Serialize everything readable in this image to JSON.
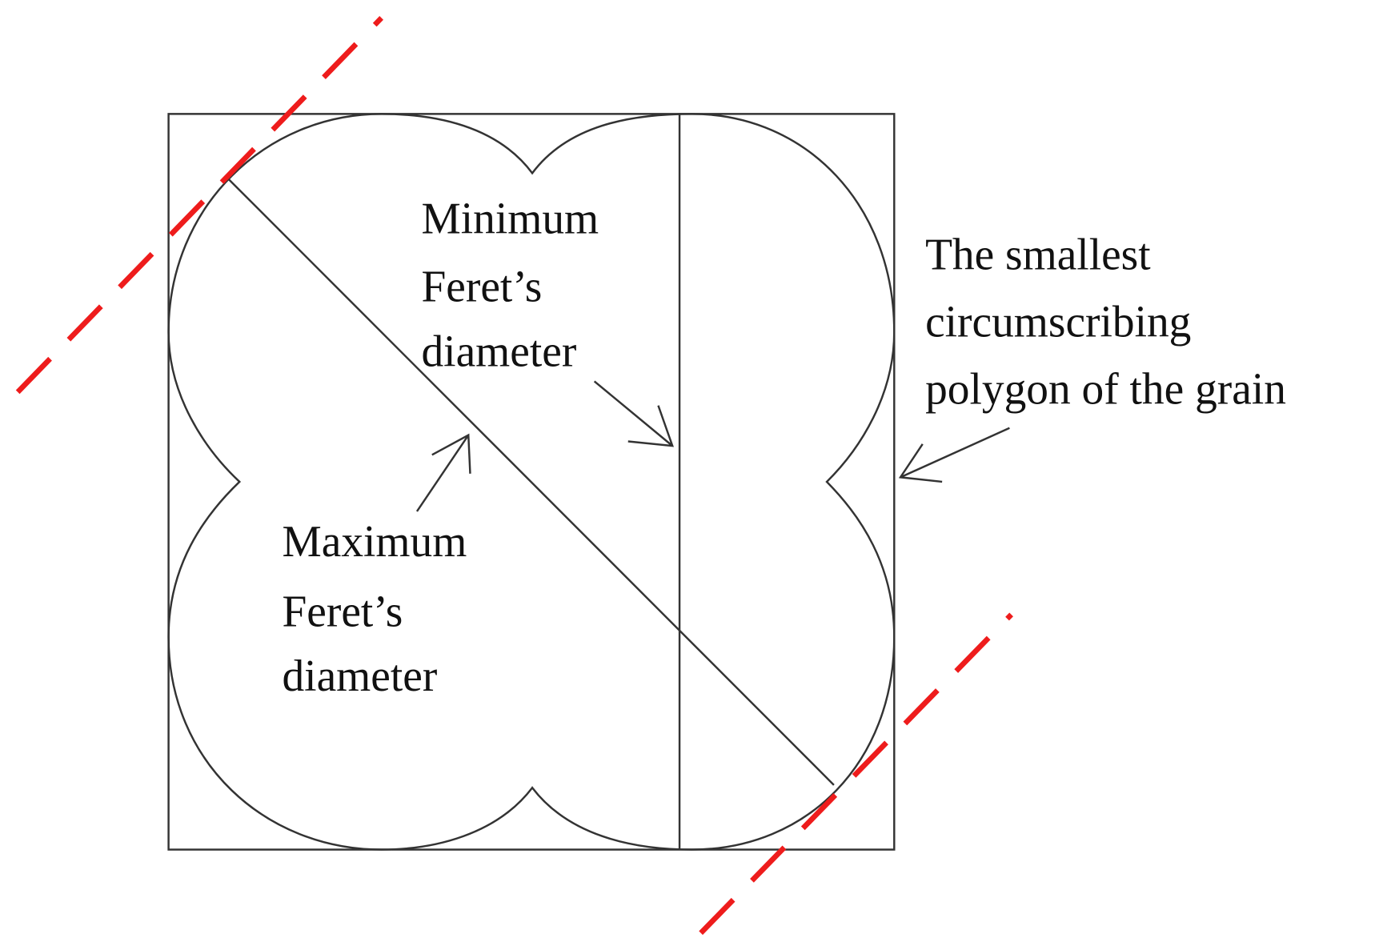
{
  "labels": {
    "minimum": [
      "Minimum",
      "Feret’s",
      "diameter"
    ],
    "maximum": [
      "Maximum",
      "Feret’s",
      "diameter"
    ],
    "polygon": [
      "The smallest",
      "circumscribing",
      "polygon of the grain"
    ]
  },
  "colors": {
    "outline": "#333333",
    "tangent_lines": "#ee1c1c",
    "text": "#111111"
  }
}
